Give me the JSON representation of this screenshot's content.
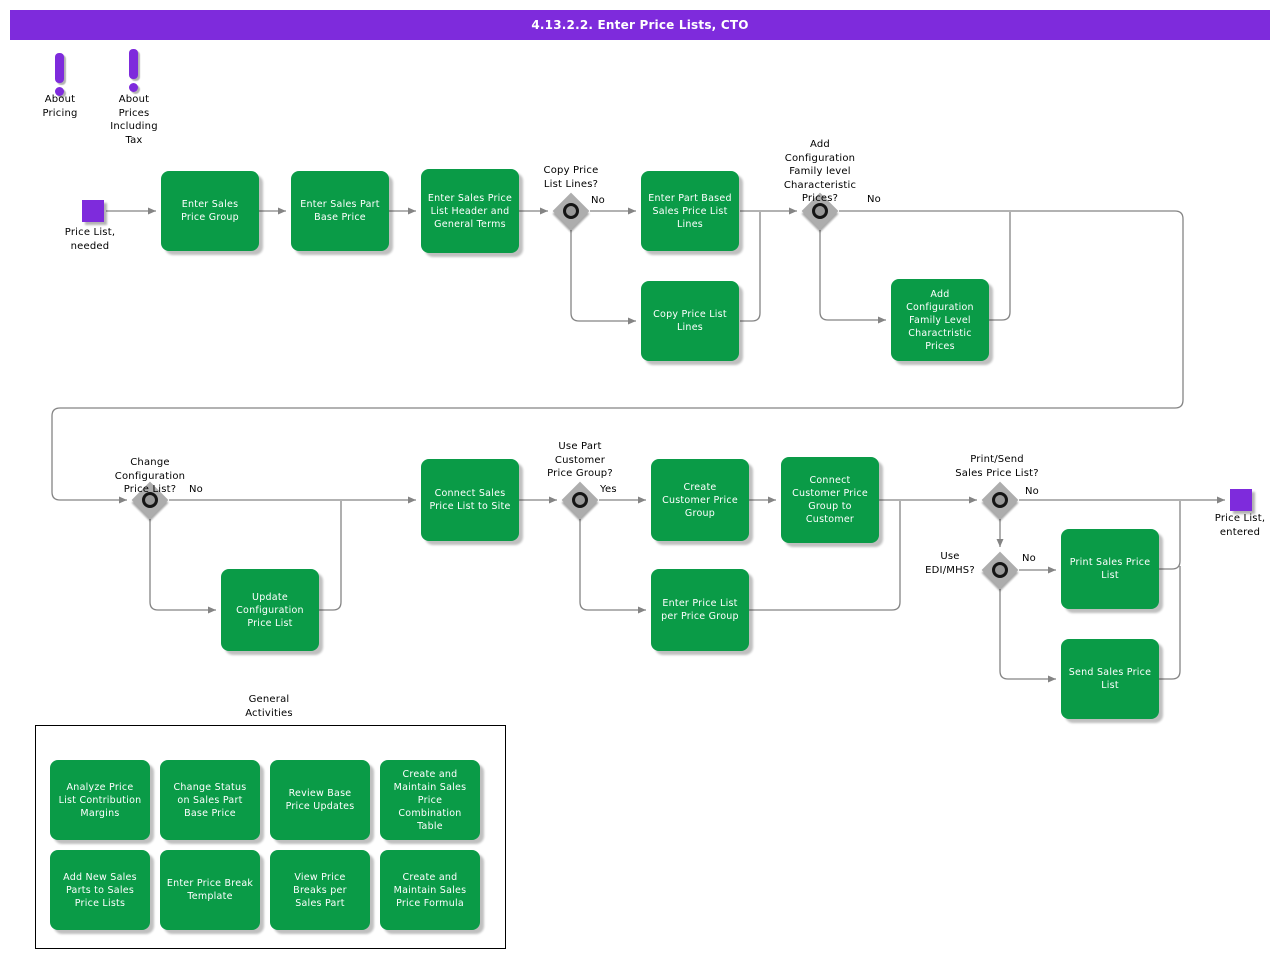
{
  "title": "4.13.2.2. Enter Price Lists, CTO",
  "colors": {
    "title_bar_purple": "#7e2bdc",
    "activity_green": "#0a9b47",
    "connector_gray": "#848484",
    "decision_gray": "#adadad"
  },
  "info_notes": [
    {
      "icon": "exclamation-icon",
      "label": "About\nPricing"
    },
    {
      "icon": "exclamation-icon",
      "label": "About\nPrices\nIncluding\nTax"
    }
  ],
  "start_event": {
    "label": "Price List,\nneeded"
  },
  "end_event": {
    "label": "Price List,\nentered"
  },
  "activities": {
    "enter_sales_price_group": "Enter Sales\nPrice Group",
    "enter_sales_part_base_price": "Enter Sales Part\nBase Price",
    "enter_sales_price_list_header": "Enter Sales Price\nList Header and\nGeneral Terms",
    "enter_part_based_lines": "Enter Part Based\nSales Price List\nLines",
    "copy_price_list_lines": "Copy Price List\nLines",
    "add_config_family_prices": "Add\nConfiguration\nFamily Level\nCharactristic\nPrices",
    "update_configuration_price_list": "Update\nConfiguration\nPrice List",
    "connect_sales_price_list_to_site": "Connect Sales\nPrice List to Site",
    "create_customer_price_group": "Create\nCustomer Price\nGroup",
    "connect_customer_price_group": "Connect\nCustomer Price\nGroup to\nCustomer",
    "enter_price_list_per_price_group": "Enter Price List\nper Price Group",
    "print_sales_price_list": "Print Sales Price\nList",
    "send_sales_price_list": "Send Sales Price\nList"
  },
  "decisions": {
    "copy_price_list_lines": {
      "question": "Copy Price\nList Lines?",
      "answer": "No"
    },
    "add_config_family_prices": {
      "question": "Add\nConfiguration\nFamily level\nCharacteristic\nPrices?",
      "answer": "No"
    },
    "change_configuration_price_list": {
      "question": "Change\nConfiguration\nPrice List?",
      "answer": "No"
    },
    "use_part_customer_price_group": {
      "question": "Use Part\nCustomer\nPrice Group?",
      "answer": "Yes"
    },
    "print_send_sales_price_list": {
      "question": "Print/Send\nSales Price List?",
      "answer": "No"
    },
    "use_edi_mhs": {
      "question": "Use\nEDI/MHS?",
      "answer": "No"
    }
  },
  "general_activities": {
    "label": "General\nActivities",
    "items": [
      "Analyze Price\nList Contribution\nMargins",
      "Change Status\non Sales Part\nBase Price",
      "Review Base\nPrice Updates",
      "Create and\nMaintain Sales\nPrice\nCombination\nTable",
      "Add New Sales\nParts to Sales\nPrice Lists",
      "Enter Price Break\nTemplate",
      "View Price\nBreaks per\nSales Part",
      "Create and\nMaintain Sales\nPrice Formula"
    ]
  }
}
